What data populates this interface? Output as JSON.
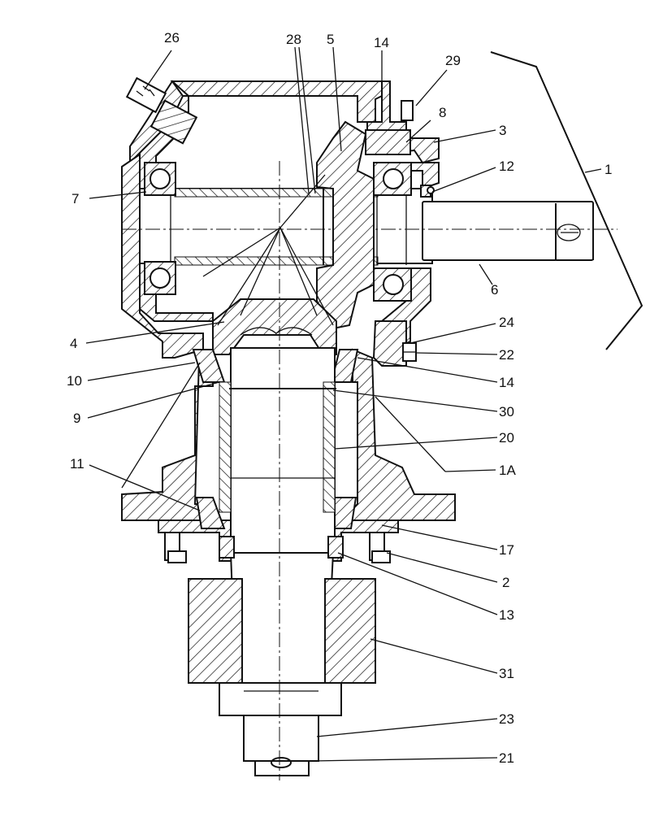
{
  "diagram": {
    "callouts": [
      {
        "id": "26",
        "text": "26"
      },
      {
        "id": "28",
        "text": "28"
      },
      {
        "id": "5",
        "text": "5"
      },
      {
        "id": "14a",
        "text": "14"
      },
      {
        "id": "29",
        "text": "29"
      },
      {
        "id": "8",
        "text": "8"
      },
      {
        "id": "3",
        "text": "3"
      },
      {
        "id": "1",
        "text": "1"
      },
      {
        "id": "12",
        "text": "12"
      },
      {
        "id": "7",
        "text": "7"
      },
      {
        "id": "6",
        "text": "6"
      },
      {
        "id": "4",
        "text": "4"
      },
      {
        "id": "24",
        "text": "24"
      },
      {
        "id": "22",
        "text": "22"
      },
      {
        "id": "10",
        "text": "10"
      },
      {
        "id": "14b",
        "text": "14"
      },
      {
        "id": "9",
        "text": "9"
      },
      {
        "id": "30",
        "text": "30"
      },
      {
        "id": "20",
        "text": "20"
      },
      {
        "id": "11",
        "text": "11"
      },
      {
        "id": "1A",
        "text": "1A"
      },
      {
        "id": "17",
        "text": "17"
      },
      {
        "id": "2",
        "text": "2"
      },
      {
        "id": "13",
        "text": "13"
      },
      {
        "id": "31",
        "text": "31"
      },
      {
        "id": "23",
        "text": "23"
      },
      {
        "id": "21",
        "text": "21"
      }
    ]
  }
}
